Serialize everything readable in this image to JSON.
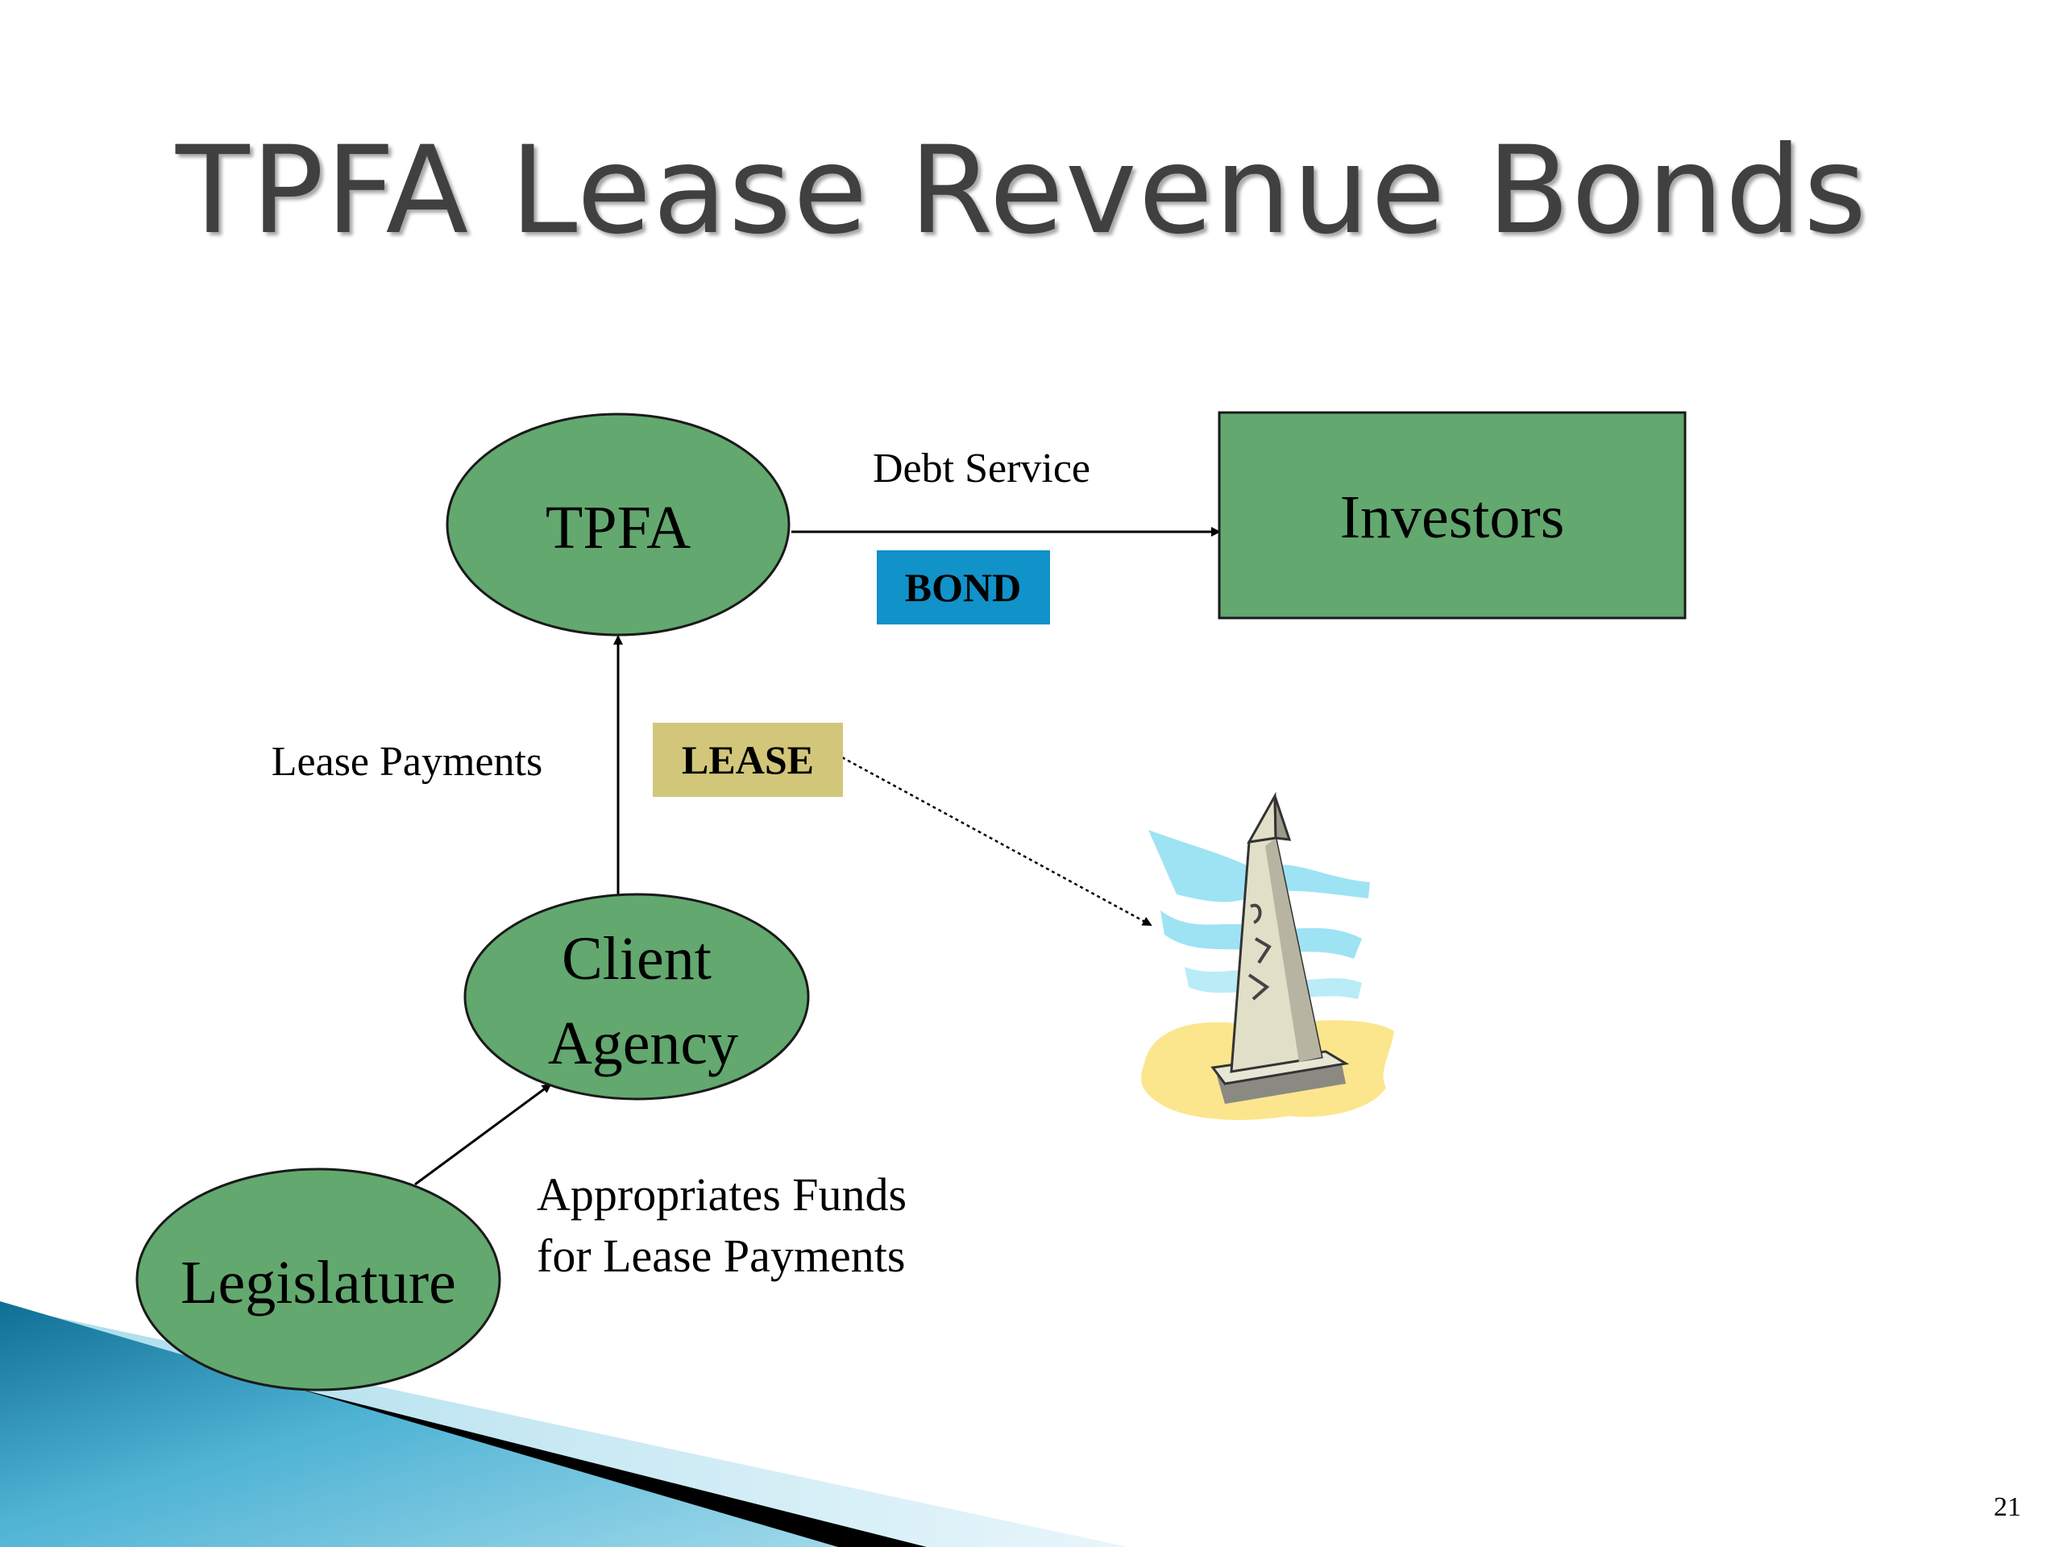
{
  "slide": {
    "title": "TPFA Lease Revenue Bonds",
    "page_number": "21"
  },
  "diagram": {
    "nodes": {
      "tpfa": "TPFA",
      "investors": "Investors",
      "client_agency_line1": "Client",
      "client_agency_line2": "Agency",
      "legislature": "Legislature"
    },
    "edges": {
      "debt_service": "Debt Service",
      "lease_payments": "Lease Payments",
      "appropriates_line1": "Appropriates Funds",
      "appropriates_line2": "for Lease Payments"
    },
    "tags": {
      "bond": "BOND",
      "lease": "LEASE"
    },
    "illustration": "monument-clipart-icon"
  },
  "colors": {
    "node_fill": "#62a86f",
    "bond_tag": "#1192c9",
    "lease_tag": "#d2c67a",
    "accent_blue": "#1a7fa8"
  }
}
